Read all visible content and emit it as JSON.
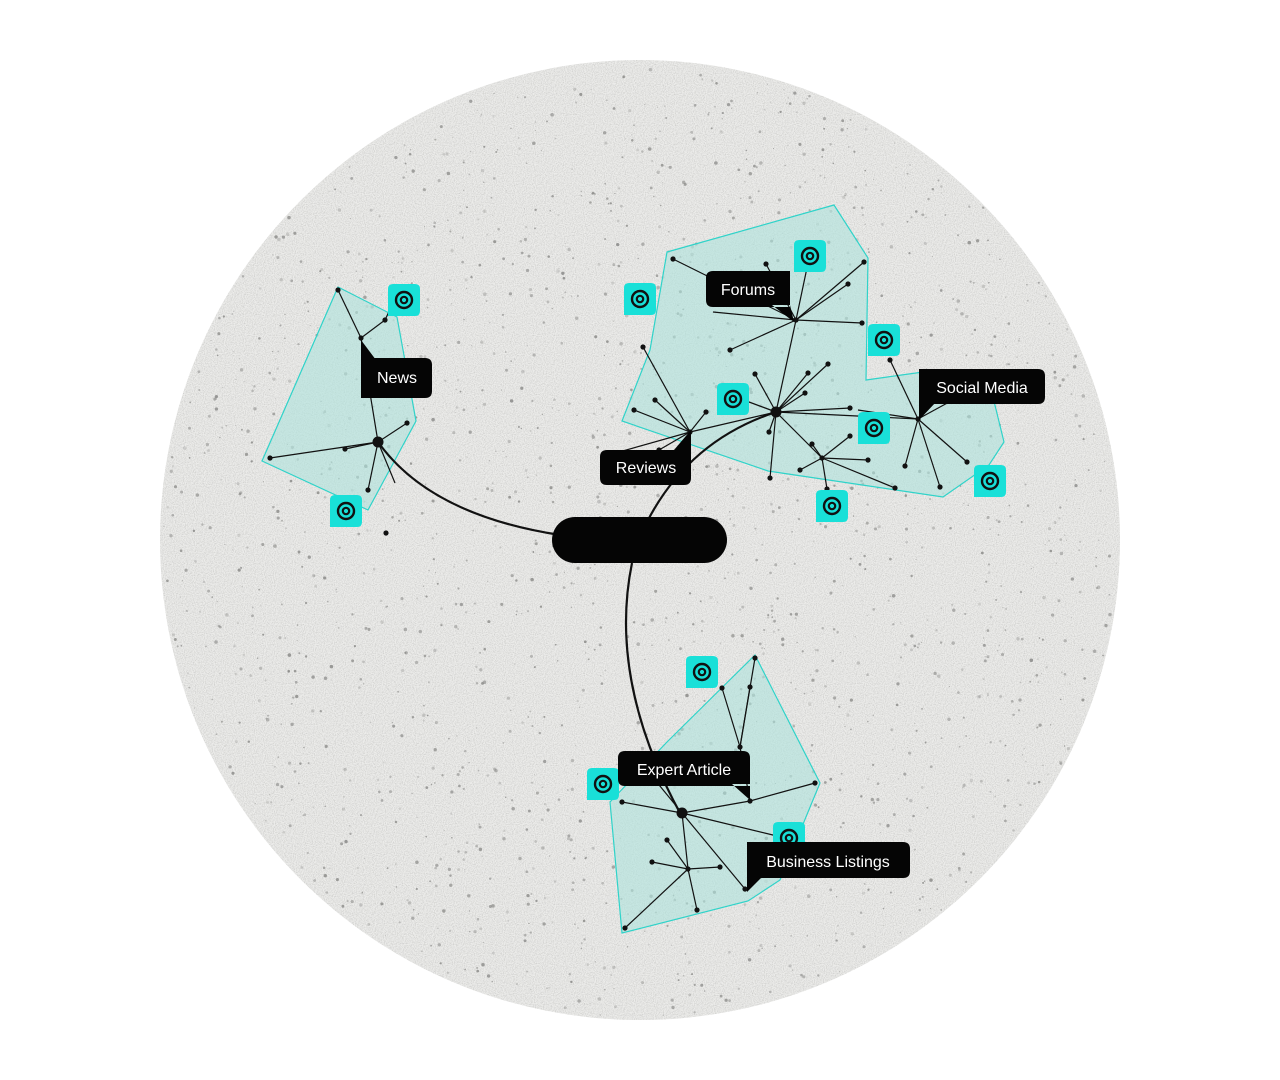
{
  "diagram": {
    "center_label": "",
    "clusters": [
      {
        "id": "news",
        "label": "News"
      },
      {
        "id": "forums",
        "label": "Forums"
      },
      {
        "id": "reviews",
        "label": "Reviews"
      },
      {
        "id": "social-media",
        "label": "Social Media"
      },
      {
        "id": "expert-article",
        "label": "Expert Article"
      },
      {
        "id": "business-listings",
        "label": "Business Listings"
      }
    ]
  },
  "colors": {
    "background_circle": "#ececea",
    "speckle": "#8a8a88",
    "cluster_fill": "#aee3dc",
    "cluster_stroke": "#2fd3c9",
    "badge_fill": "#19e0d8",
    "line": "#111111",
    "label_bg": "#050505",
    "label_text": "#ffffff"
  },
  "icons": {
    "badge": "target-icon"
  }
}
